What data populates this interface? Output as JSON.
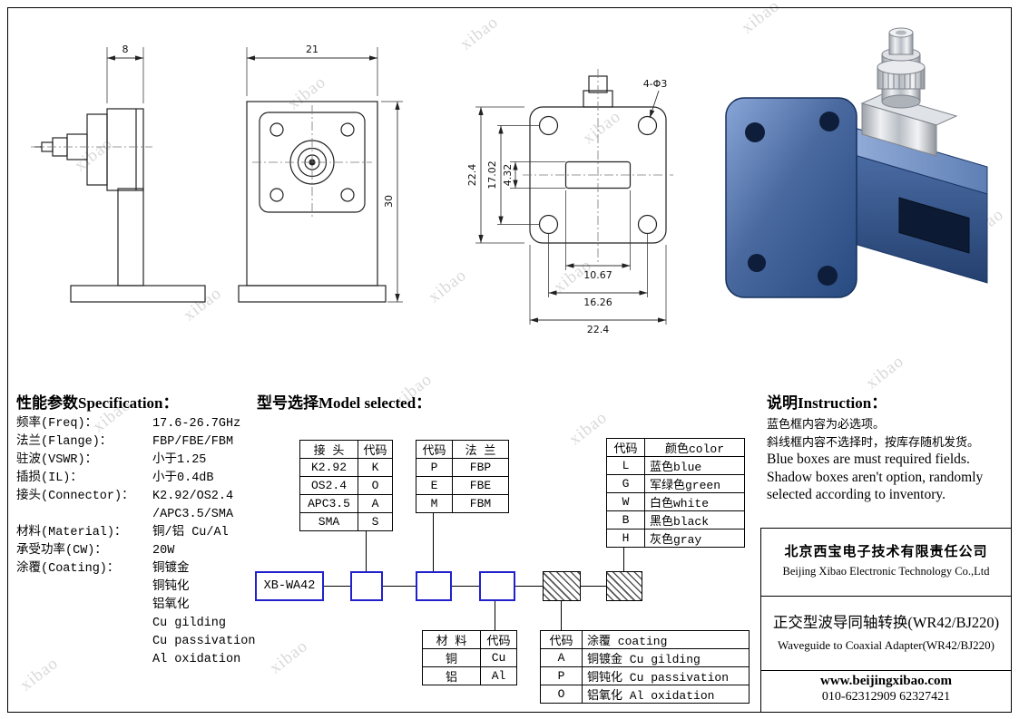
{
  "watermark": "xibao",
  "drawings": {
    "side_view": {
      "dim_top": "8"
    },
    "front_view": {
      "dim_top": "21",
      "dim_right": "30"
    },
    "face_view": {
      "dim_holes": "4-Φ3",
      "dim_left_outer": "22.4",
      "dim_left_mid": "17.02",
      "dim_left_inner": "4.32",
      "dim_bottom_inner": "10.67",
      "dim_bottom_mid": "16.26",
      "dim_bottom_outer": "22.4"
    }
  },
  "spec": {
    "title": "性能参数Specification：",
    "rows": [
      {
        "label": "频率(Freq)：",
        "value": "17.6-26.7GHz"
      },
      {
        "label": "法兰(Flange)：",
        "value": "FBP/FBE/FBM"
      },
      {
        "label": "驻波(VSWR)：",
        "value": "小于1.25"
      },
      {
        "label": "插损(IL)：",
        "value": "小于0.4dB"
      },
      {
        "label": "接头(Connector)：",
        "value": "K2.92/OS2.4"
      },
      {
        "label": "",
        "value": "/APC3.5/SMA"
      },
      {
        "label": "材料(Material)：",
        "value": "铜/铝 Cu/Al"
      },
      {
        "label": "承受功率(CW)：",
        "value": "20W"
      },
      {
        "label": "涂覆(Coating)：",
        "value": "铜镀金"
      },
      {
        "label": "",
        "value": "铜钝化"
      },
      {
        "label": "",
        "value": "铝氧化"
      },
      {
        "label": "",
        "value": "Cu gilding"
      },
      {
        "label": "",
        "value": "Cu passivation"
      },
      {
        "label": "",
        "value": "Al oxidation"
      }
    ]
  },
  "model": {
    "title": "型号选择Model selected：",
    "base_code": "XB-WA42",
    "connector_table": {
      "headers": [
        "接 头",
        "代码"
      ],
      "rows": [
        [
          "K2.92",
          "K"
        ],
        [
          "OS2.4",
          "O"
        ],
        [
          "APC3.5",
          "A"
        ],
        [
          "SMA",
          "S"
        ]
      ]
    },
    "flange_table": {
      "headers": [
        "代码",
        "法 兰"
      ],
      "rows": [
        [
          "P",
          "FBP"
        ],
        [
          "E",
          "FBE"
        ],
        [
          "M",
          "FBM"
        ]
      ]
    },
    "color_table": {
      "headers": [
        "代码",
        "颜色color"
      ],
      "rows": [
        [
          "L",
          "蓝色blue"
        ],
        [
          "G",
          "军绿色green"
        ],
        [
          "W",
          "白色white"
        ],
        [
          "B",
          "黑色black"
        ],
        [
          "H",
          "灰色gray"
        ]
      ]
    },
    "material_table": {
      "headers": [
        "材 料",
        "代码"
      ],
      "rows": [
        [
          "铜",
          "Cu"
        ],
        [
          "铝",
          "Al"
        ]
      ]
    },
    "coating_table": {
      "headers": [
        "代码",
        "涂覆 coating"
      ],
      "rows": [
        [
          "A",
          "铜镀金 Cu gilding"
        ],
        [
          "P",
          "铜钝化 Cu passivation"
        ],
        [
          "O",
          "铝氧化 Al oxidation"
        ]
      ]
    }
  },
  "instruction": {
    "title": "说明Instruction：",
    "line_cn_1": "蓝色框内容为必选项。",
    "line_cn_2": "斜线框内容不选择时，按库存随机发货。",
    "line_en_1": "Blue boxes are must required fields.",
    "line_en_2": "Shadow boxes aren't option, randomly selected according to inventory."
  },
  "company": {
    "name_cn": "北京西宝电子技术有限责任公司",
    "name_en": "Beijing Xibao Electronic Technology Co.,Ltd",
    "product_cn": "正交型波导同轴转换(WR42/BJ220)",
    "product_en": "Waveguide to Coaxial Adapter(WR42/BJ220)",
    "website": "www.beijingxibao.com",
    "phone": "010-62312909 62327421"
  },
  "colors": {
    "required_box_blue": "#2121cc",
    "render_body_blue": "#3a5d99",
    "line_black": "#000000"
  }
}
